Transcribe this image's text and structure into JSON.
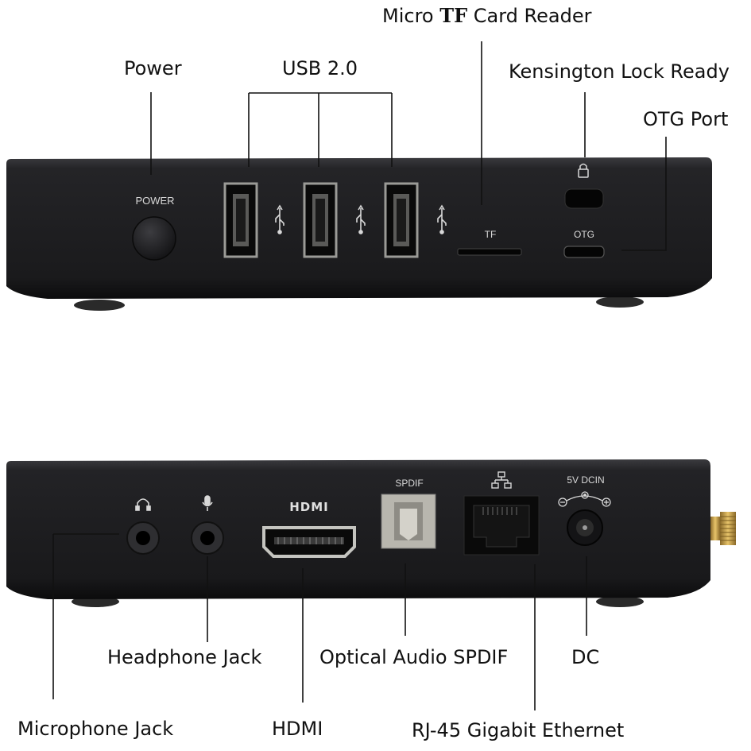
{
  "callouts": {
    "power": "Power",
    "usb": "USB 2.0",
    "tf_prefix": "Micro ",
    "tf_bold": "TF",
    "tf_suffix": " Card Reader",
    "kensington": "Kensington Lock Ready",
    "otg": "OTG Port",
    "headphone": "Headphone Jack",
    "optical": "Optical Audio SPDIF",
    "dc": "DC",
    "microphone": "Microphone Jack",
    "hdmi": "HDMI",
    "rj45": "RJ-45 Gigabit Ethernet"
  },
  "device_labels": {
    "power": "POWER",
    "tf": "TF",
    "otg": "OTG",
    "spdif": "SPDIF",
    "dcin": "5V  DCIN",
    "hdmi_logo": "HDMI"
  },
  "colors": {
    "device_body": "#1c1c1e",
    "device_edge": "#2a2a2d",
    "port_metal": "#b9b9b4",
    "gold_connector": "#c9a24a",
    "callout_line": "#111111"
  },
  "icons": [
    "usb-icon",
    "lock-icon",
    "headphone-icon",
    "microphone-icon",
    "network-icon",
    "polarity-icon"
  ]
}
